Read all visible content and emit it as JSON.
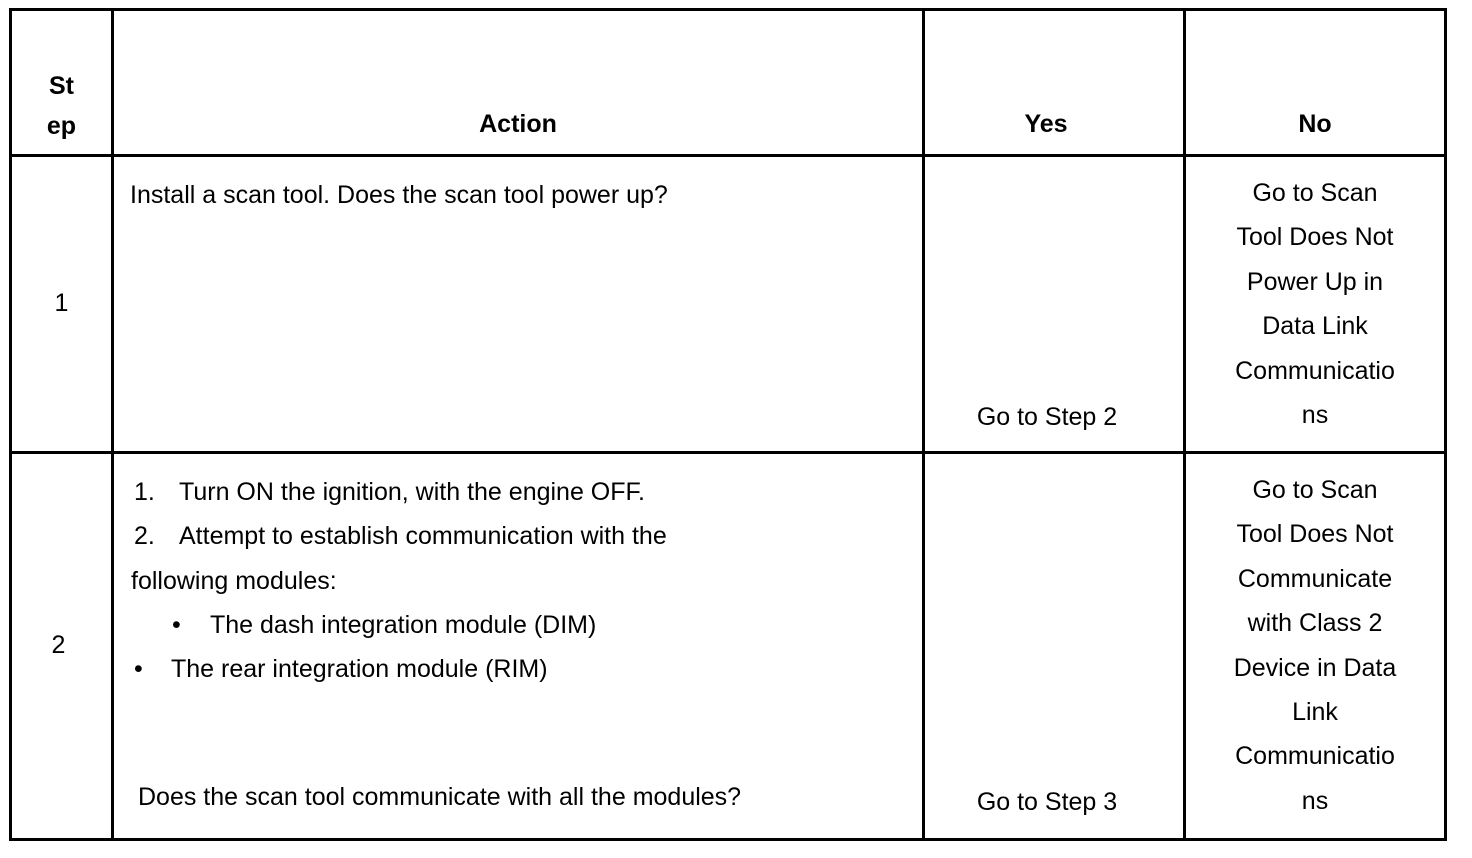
{
  "header": {
    "step_line1": "St",
    "step_line2": "ep",
    "action": "Action",
    "yes": "Yes",
    "no": "No"
  },
  "rows": [
    {
      "step": "1",
      "action": {
        "text": "Install a scan tool. Does the scan tool power up?"
      },
      "yes": "Go to Step 2",
      "no_lines": [
        "Go to Scan",
        "Tool Does Not",
        "Power Up in",
        "Data Link",
        "Communicatio",
        "ns"
      ]
    },
    {
      "step": "2",
      "action": {
        "item1_num": "1.",
        "item1_text": "Turn ON the ignition, with the engine OFF.",
        "item2_num": "2.",
        "item2_text": "Attempt to establish communication with the",
        "item2_cont": "following modules:",
        "bullet1_mark": "•",
        "bullet1_text": "The dash integration module (DIM)",
        "bullet2_mark": "•",
        "bullet2_text": "The rear integration module (RIM)",
        "question": "Does the scan tool communicate with all the modules?"
      },
      "yes": "Go to Step 3",
      "no_lines": [
        "Go to Scan",
        "Tool Does Not",
        "Communicate",
        "with Class 2",
        "Device in Data",
        "Link",
        "Communicatio",
        "ns"
      ]
    }
  ]
}
